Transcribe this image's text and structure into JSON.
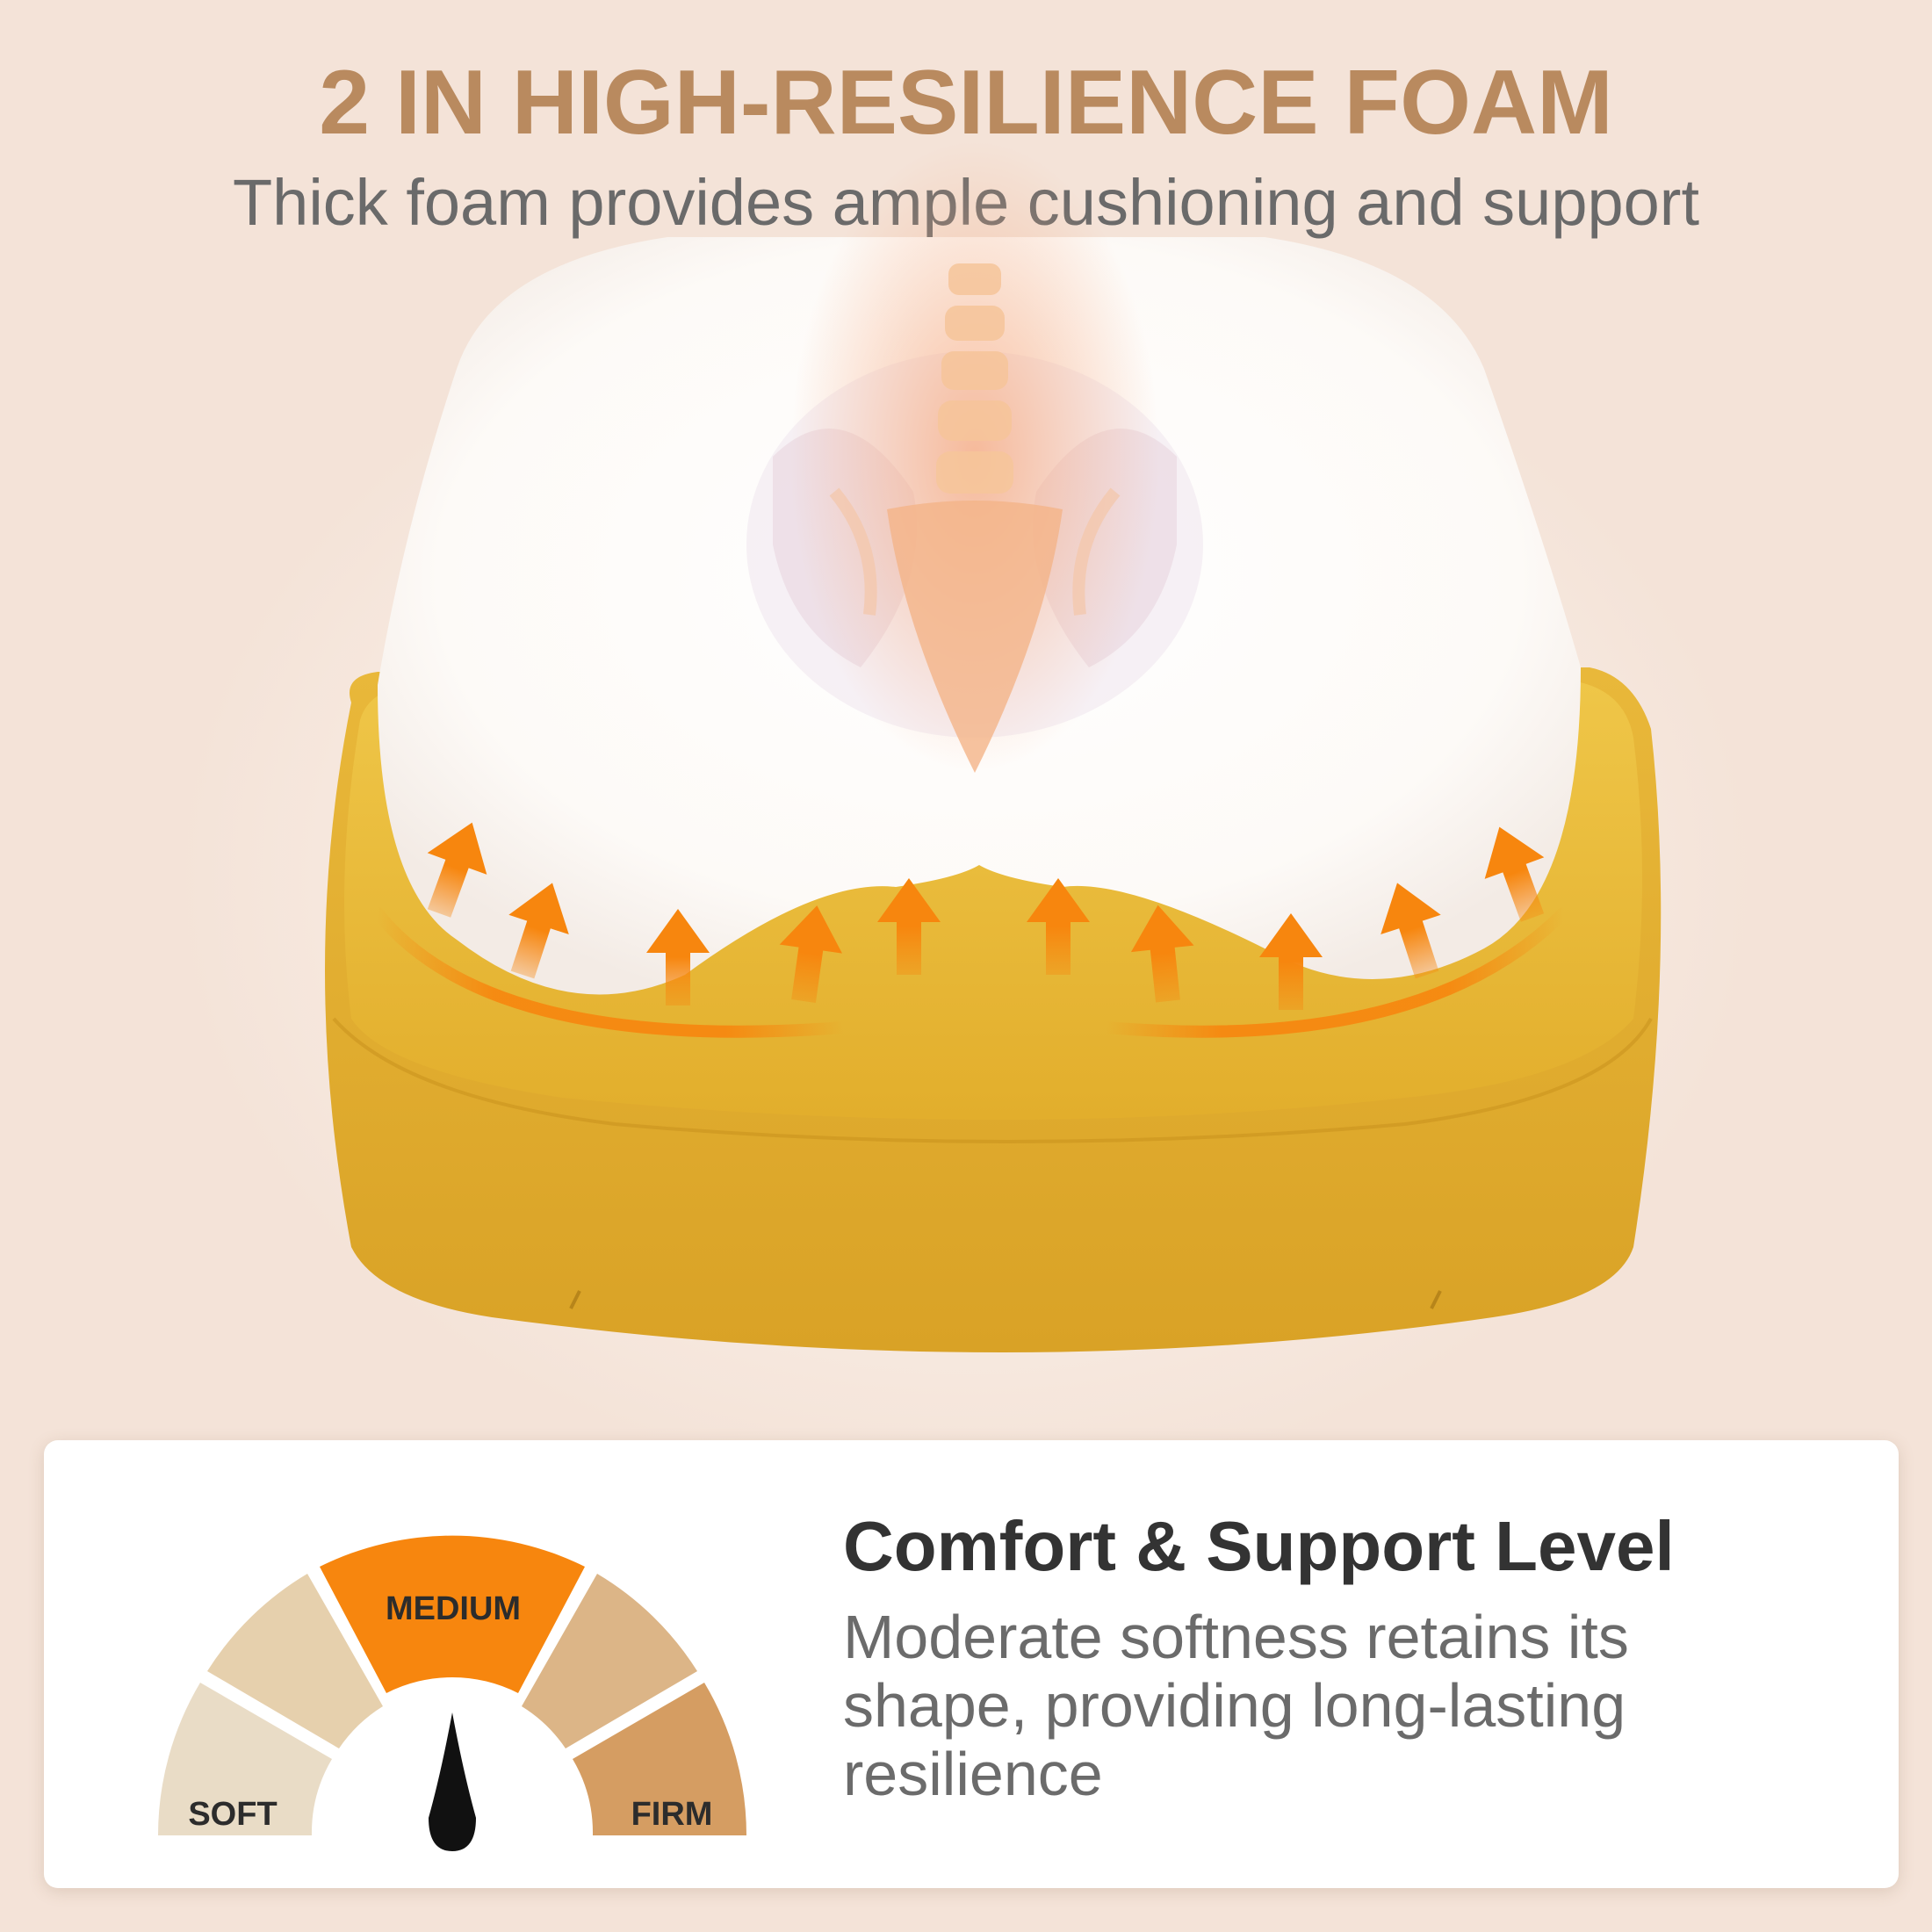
{
  "header": {
    "title": "2 IN HIGH-RESILIENCE FOAM",
    "subtitle": "Thick foam provides ample cushioning and support"
  },
  "card": {
    "title": "Comfort & Support Level",
    "description": "Moderate softness retains its shape, providing long-lasting resilience"
  },
  "gauge": {
    "labels": {
      "soft": "SOFT",
      "medium": "MEDIUM",
      "firm": "FIRM"
    },
    "selected": "MEDIUM",
    "segment_colors": [
      "#e9dcc6",
      "#e6d0ad",
      "#f7860e",
      "#dcb587",
      "#d59d62"
    ]
  },
  "colors": {
    "title": "#b98a5f",
    "cushion": "#e6b735",
    "arrows": "#f7860e"
  }
}
